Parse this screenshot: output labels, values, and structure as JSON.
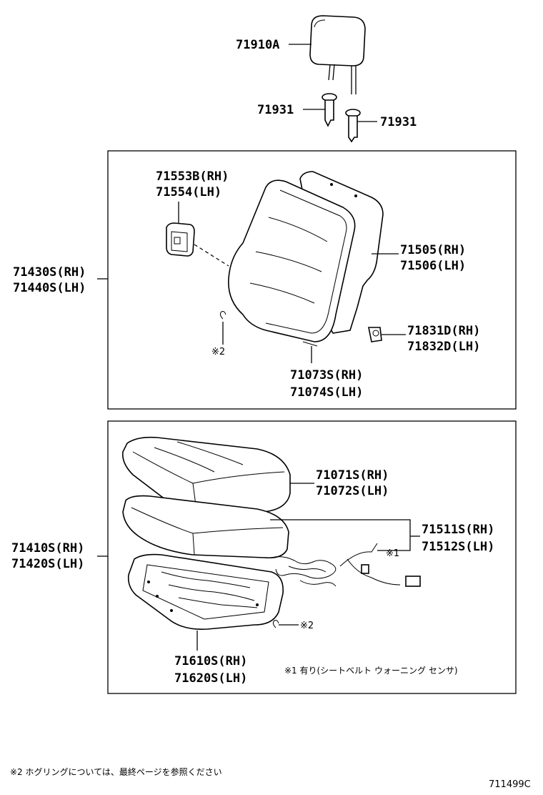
{
  "headrest": {
    "part": "71910A"
  },
  "headrest_support_left": {
    "part": "71931"
  },
  "headrest_support_right": {
    "part": "71931"
  },
  "seatback_assembly": {
    "rh": "71430S(RH)",
    "lh": "71440S(LH)"
  },
  "seatback_pad_cover": {
    "rh": "71553B(RH)",
    "lh": "71554(LH)"
  },
  "seatback_frame_board": {
    "rh": "71505(RH)",
    "lh": "71506(LH)"
  },
  "seatback_hook": {
    "rh": "71831D(RH)",
    "lh": "71832D(LH)"
  },
  "seatback_cover": {
    "rh": "71073S(RH)",
    "lh": "71074S(LH)"
  },
  "seatback_hogring_mark": "※2",
  "cushion_assembly": {
    "rh": "71410S(RH)",
    "lh": "71420S(LH)"
  },
  "cushion_cover": {
    "rh": "71071S(RH)",
    "lh": "71072S(LH)"
  },
  "cushion_pad": {
    "rh": "71511S(RH)",
    "lh": "71512S(LH)"
  },
  "sensor_mark": "※1",
  "cushion_frame": {
    "rh": "71610S(RH)",
    "lh": "71620S(LH)"
  },
  "cushion_hogring_mark": "※2",
  "note1": "※1 有り(シートベルト ウォーニング センサ)",
  "note2": "※2 ホグリングについては、最終ページを参照ください",
  "diagram_ref": "711499C"
}
